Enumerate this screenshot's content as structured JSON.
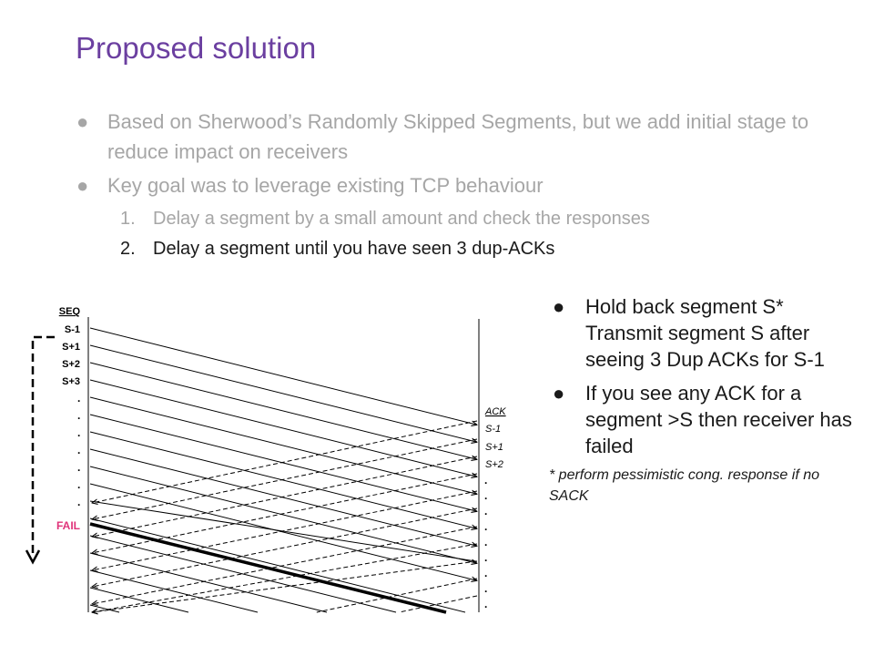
{
  "title": "Proposed solution",
  "bullets": [
    "Based on Sherwood’s Randomly Skipped Segments, but we add initial stage to reduce impact on receivers",
    "Key goal was to leverage existing TCP behaviour"
  ],
  "sub_bullets": [
    {
      "num": "1.",
      "text": "Delay a segment by a small amount and check the responses"
    },
    {
      "num": "2.",
      "text": "Delay a segment until you have seen 3 dup-ACKs"
    }
  ],
  "right_bullets": [
    "Hold back segment S* Transmit segment S after seeing 3 Dup ACKs for S-1",
    "If you see any ACK for a segment >S then receiver has failed"
  ],
  "note": "* perform pessimistic cong. response if no SACK",
  "diagram": {
    "seq_header": "SEQ",
    "seq_labels": [
      "S-1",
      "S+1",
      "S+2",
      "S+3"
    ],
    "ack_header": "ACK",
    "ack_labels": [
      "S-1",
      "S+1",
      "S+2"
    ],
    "fail_label": "FAIL",
    "colors": {
      "fail": "#e0337a",
      "line": "#000000",
      "faded": "#a6a6a6",
      "accent": "#6b3fa0"
    }
  }
}
